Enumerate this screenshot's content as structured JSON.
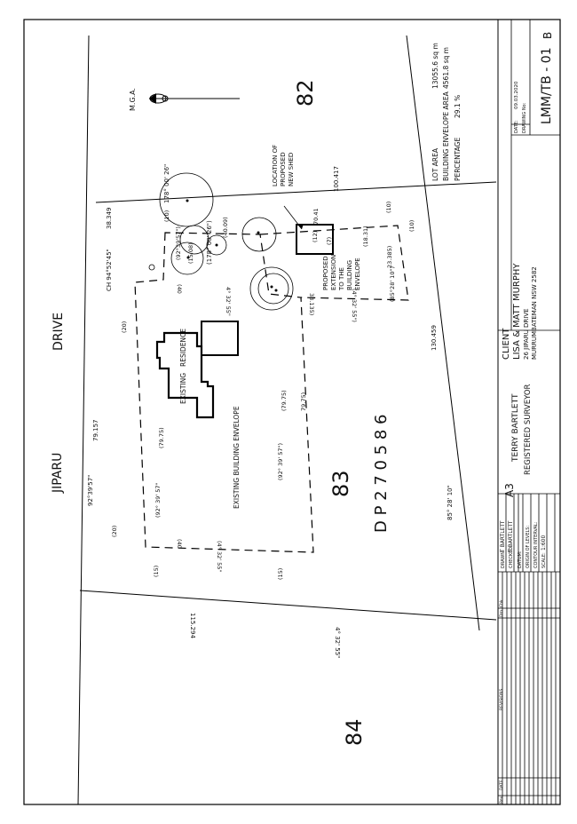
{
  "labels": {
    "street_word1": "JIPARU",
    "street_word2": "DRIVE",
    "lot_82": "82",
    "lot_83": "83",
    "lot_84": "84",
    "dp": "D P  2 7 0 5 8 6",
    "mga": "M.G.A.",
    "shed_note_1": "LOCATION OF",
    "shed_note_2": "PROPOSED",
    "shed_note_3": "NEW SHED",
    "residence_1": "EXISTING",
    "residence_2": "RESIDENCE",
    "envelope_label": "EXISTING   BUILDING   ENVELOPE",
    "ext_1": "PROPOSED",
    "ext_2": "EXTENSION",
    "ext_3": "TO THE",
    "ext_4": "BUILDING",
    "ext_5": "ENVELOPE"
  },
  "dimensions": {
    "top_boundary": "100.417",
    "right_boundary": "130.459",
    "bottom_boundary": "115.294",
    "front_1": "38.349",
    "front_2": "79.157",
    "front_bearing_1": "CH 94°52'45\"",
    "front_bearing_2": "92°39'57\"",
    "right_bearing": "85° 28' 10\"",
    "bottom_bearing": "4° 32' 55\"",
    "tree_bearing_1": "178° 00' 26\"",
    "tree_bearing_2": "(178° 00' 26\")",
    "d_40_09": "(40.09)",
    "d_70_41": "70.41",
    "d_12": "(12)",
    "d_7": "(7)",
    "d_18_31": "(18.31)",
    "d_10a": "(10)",
    "d_10b": "(10)",
    "d_10c": "(10)",
    "d_23_385": "23.385)",
    "d_85_28": "(85°28' 10\")",
    "d_4_32a": "(4° 32' 55\")",
    "d_33_135": "33.135)",
    "d_92_39a": "(92°39'57\")",
    "d_15_08": "(15.08)",
    "d_40a": "(40",
    "d_4_32b": "4° 32' 55\"",
    "d_79_75a": "(79.75)",
    "d_79_75b": "(79.75)",
    "d_79_75c": "79.75)",
    "d_92_39b": "(92° 39' 57\"",
    "d_92_39c": "(92° 39' 57\")",
    "d_40b": "(40",
    "d_4_32c": "(4° 32' 55\"",
    "d_20a": "(20)",
    "d_20b": "(20)",
    "d_15a": "(15)",
    "d_15b": "(15)"
  },
  "areas": {
    "lot_area_label": "LOT AREA",
    "lot_area_value": "13055.6 sq m",
    "envelope_area_label": "BUILDING ENVELOPE AREA",
    "envelope_area_value": "4561.8 sq m",
    "percentage_label": "PERCENTAGE",
    "percentage_value": "29.1 %"
  },
  "title_block": {
    "client_heading": "CLIENT",
    "client_name": "LISA & MATT MURPHY",
    "client_addr_1": "26 JIPARU DRIVE",
    "client_addr_2": "MURRUMBATEMAN NSW 2582",
    "surveyor_name": "TERRY BARTLETT",
    "surveyor_role": "REGISTERED SURVEYOR",
    "sheet_size": "A3",
    "drawn_label": "DRAWN:",
    "drawn_value": "T BARTLETT",
    "checked_label": "CHECKED:",
    "checked_value": "T BARTLETT",
    "datum_label": "DATUM:",
    "origin_label": "ORIGIN OF LEVELS:",
    "contour_label": "CONTOUR INTERVAL:",
    "scale_label": "SCALE:",
    "scale_value": "1:600",
    "date_label": "DATE:",
    "date_value": "09.03.2020",
    "drawing_no_label": "DRAWING No:",
    "drawing_no": "LMM/TB - 01",
    "revision": "B",
    "rev_col": "Rev",
    "date_col": "DATE",
    "revisions_col": "REVISIONS",
    "drn_col": "Drn",
    "chk_col": "Chk"
  }
}
